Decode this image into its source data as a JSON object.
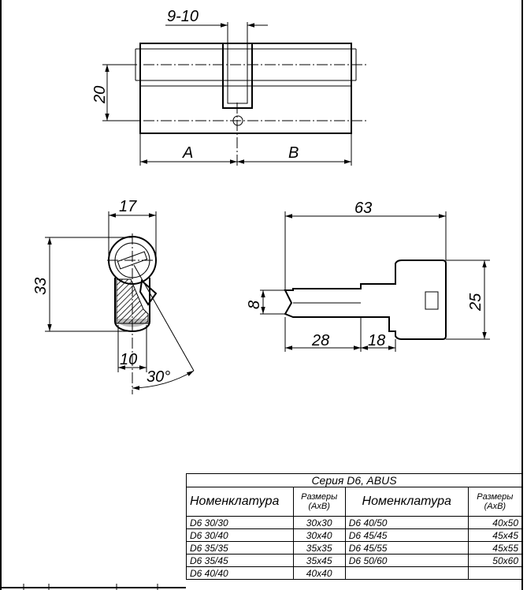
{
  "dimensions": {
    "slot_width": "9-10",
    "cylinder_height": "20",
    "half_a": "A",
    "half_b": "B",
    "profile_width": "17",
    "profile_height": "33",
    "cam_width": "10",
    "cam_angle": "30°",
    "key_length": "63",
    "key_width": "8",
    "key_blade_length": "28",
    "key_neck_length": "18",
    "key_head_height": "25"
  },
  "table": {
    "title": "Серия D6, ABUS",
    "col_nomenclature": "Номенклатура",
    "col_sizes_line1": "Размеры",
    "col_sizes_line2": "(AxB)",
    "rows": [
      {
        "n1": "D6 30/30",
        "s1": "30x30",
        "n2": "D6 40/50",
        "s2": "40x50"
      },
      {
        "n1": "D6 30/40",
        "s1": "30x40",
        "n2": "D6 45/45",
        "s2": "45x45"
      },
      {
        "n1": "D6 35/35",
        "s1": "35x35",
        "n2": "D6 45/55",
        "s2": "45x55"
      },
      {
        "n1": "D6 35/45",
        "s1": "35x45",
        "n2": "D6 50/60",
        "s2": "50x60"
      },
      {
        "n1": "D6 40/40",
        "s1": "40x40",
        "n2": "",
        "s2": ""
      }
    ]
  },
  "colors": {
    "line": "#000000",
    "background": "#ffffff",
    "hatch": "#000000"
  }
}
